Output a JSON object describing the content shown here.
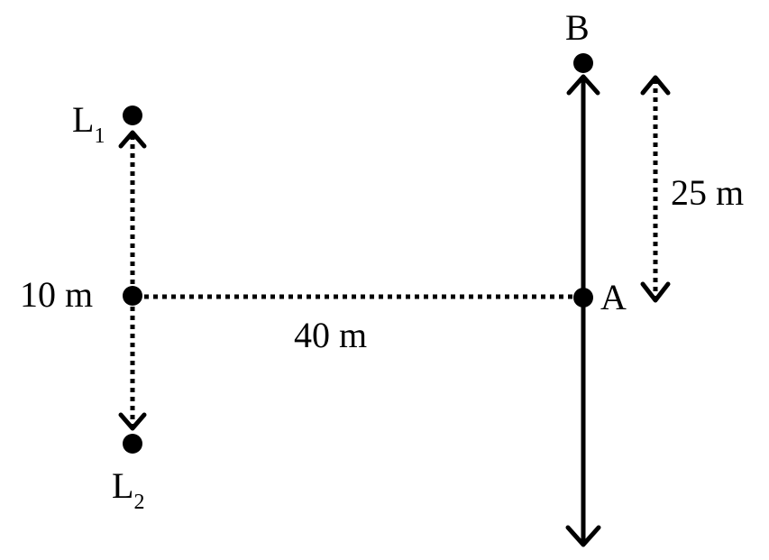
{
  "diagram": {
    "labels": {
      "B": "B",
      "A": "A",
      "L1_main": "L",
      "L1_sub": "1",
      "L2_main": "L",
      "L2_sub": "2",
      "ten_m": "10 m",
      "forty_m": "40 m",
      "twentyfive_m": "25 m"
    },
    "colors": {
      "ink": "#000000",
      "background": "#ffffff"
    }
  }
}
